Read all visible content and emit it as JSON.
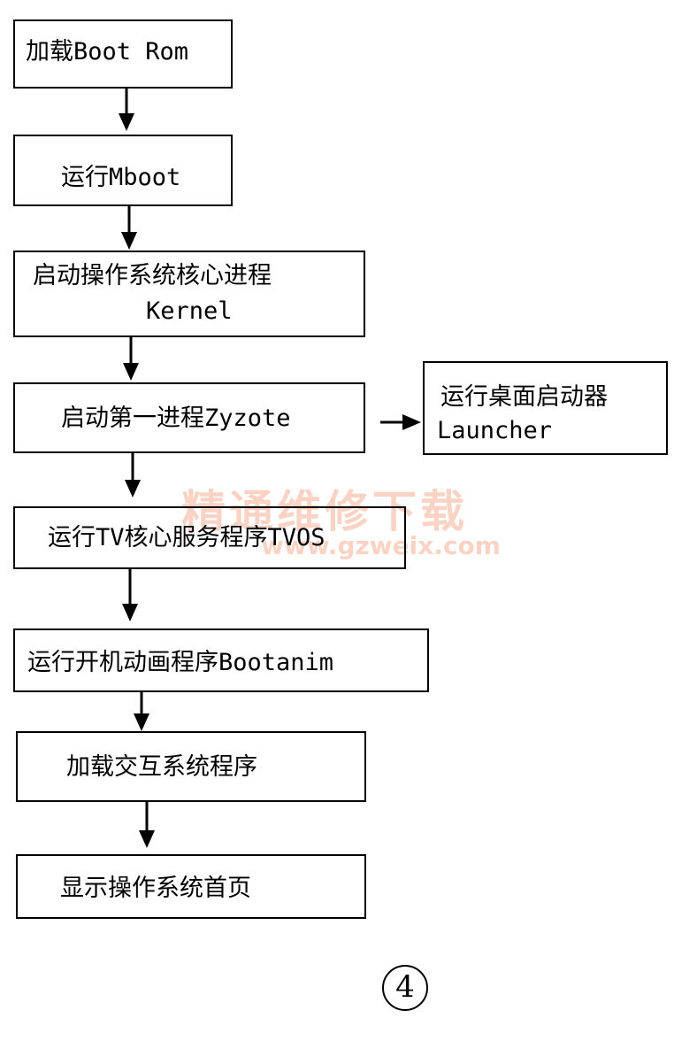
{
  "steps": [
    {
      "line1": "加载Boot Rom"
    },
    {
      "line1": "运行Mboot"
    },
    {
      "line1": "启动操作系统核心进程",
      "line2": "Kernel"
    },
    {
      "line1": "启动第一进程Zyzote"
    },
    {
      "line1": "运行TV核心服务程序TVOS"
    },
    {
      "line1": "运行开机动画程序Bootanim"
    },
    {
      "line1": "加载交互系统程序"
    },
    {
      "line1": "显示操作系统首页"
    }
  ],
  "side_step": {
    "line1": "运行桌面启动器",
    "line2": "Launcher"
  },
  "watermark": {
    "text": "精通维修下载",
    "url": "www.gzweix.com"
  },
  "figure_number": "4"
}
